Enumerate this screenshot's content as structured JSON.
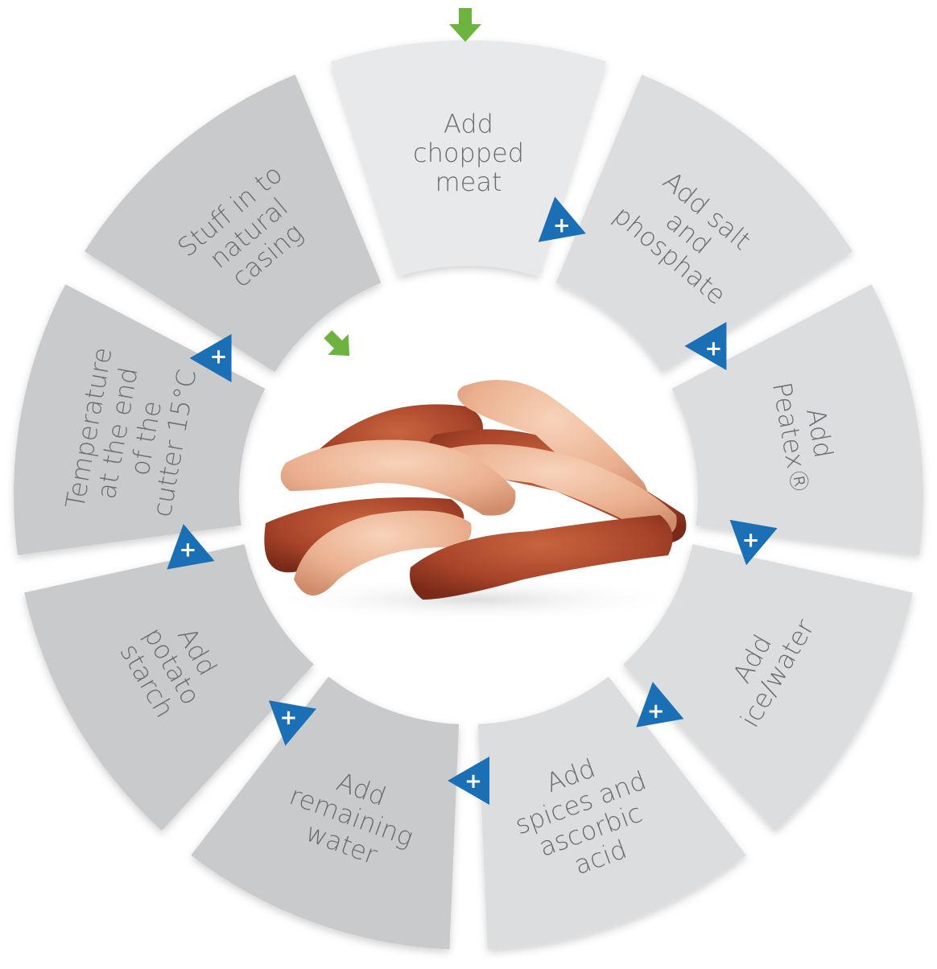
{
  "diagram": {
    "steps": [
      {
        "lines": [
          "Add",
          "chopped",
          "meat"
        ]
      },
      {
        "lines": [
          "Add salt",
          "and",
          "phosphate"
        ]
      },
      {
        "lines": [
          "Add",
          "Peatex®"
        ]
      },
      {
        "lines": [
          "Add",
          "ice/water"
        ]
      },
      {
        "lines": [
          "Add",
          "spices and",
          "ascorbic",
          "acid"
        ]
      },
      {
        "lines": [
          "Add",
          "remaining",
          "water"
        ]
      },
      {
        "lines": [
          "Add",
          "potato",
          "starch"
        ]
      },
      {
        "lines": [
          "Temperature",
          "at the end",
          "of the",
          "cutter 15°C"
        ]
      },
      {
        "lines": [
          "Stuff in to",
          "natural",
          "casing"
        ]
      }
    ],
    "connector_symbol": "+",
    "colors": {
      "segment_light": "#e8e9ea",
      "segment_mid": "#dcdddf",
      "segment_dark": "#c9cacc",
      "segment_text": "#6a6c70",
      "connector": "#1a6fb5",
      "arrow": "#6cb33f"
    },
    "center_image": "sausages-icon"
  }
}
